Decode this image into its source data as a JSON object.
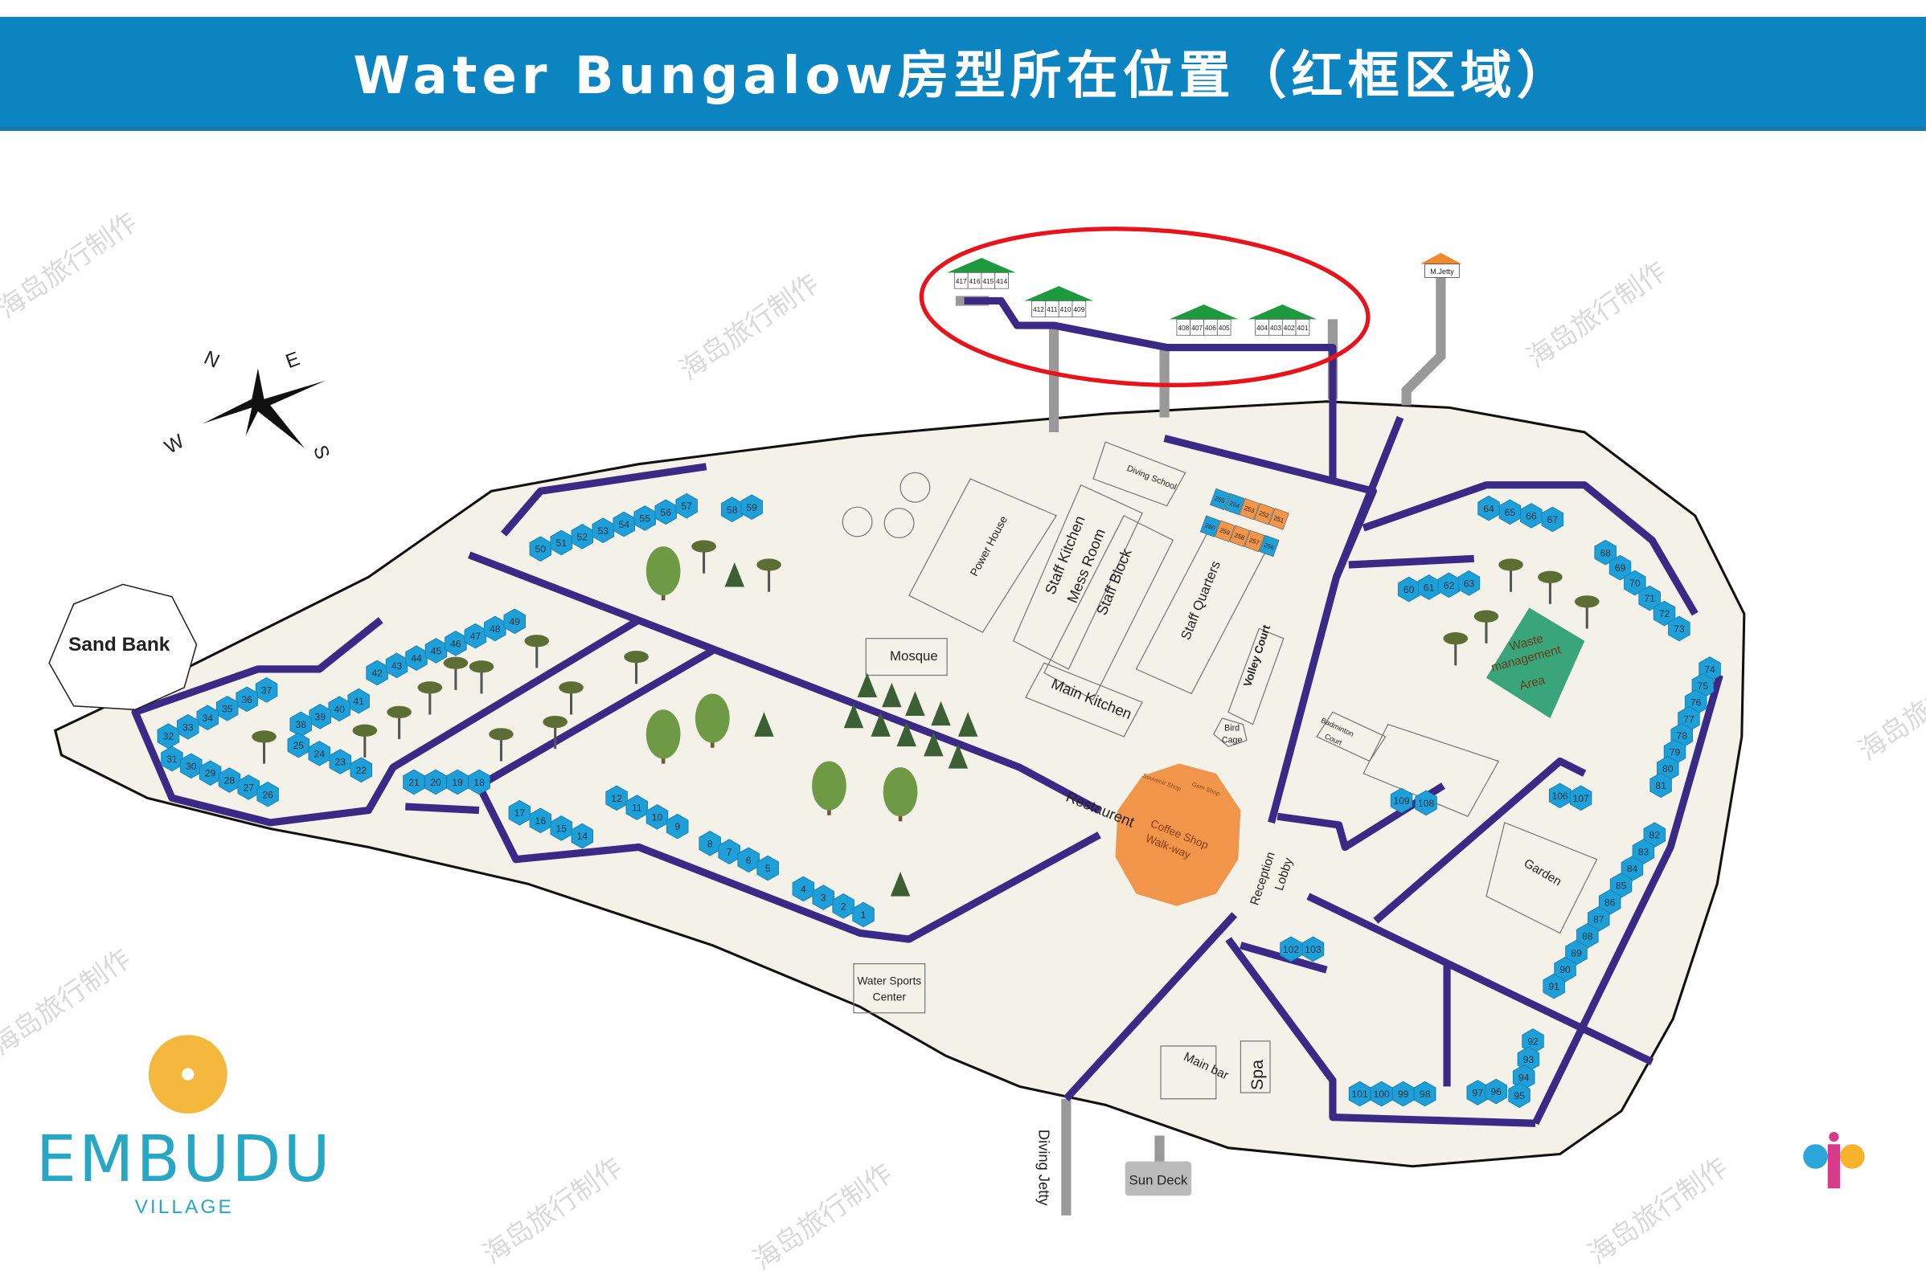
{
  "header": {
    "title": "Water Bungalow房型所在位置（红框区域）"
  },
  "watermark": "海岛旅行制作",
  "compass": {
    "n": "N",
    "e": "E",
    "s": "S",
    "w": "W"
  },
  "logo": {
    "brand": "EMBUDU",
    "sub": "VILLAGE"
  },
  "colors": {
    "banner": "#0b84c1",
    "path": "#3a2a86",
    "room": "#1e9fd8",
    "highlight": "#e8141c",
    "coffee": "#f0954a",
    "waste": "#3aa57a",
    "roof": "#1e9a3e",
    "land": "#f3f1e8"
  },
  "water_bungalows": [
    {
      "rooms": [
        "417",
        "416",
        "415",
        "414"
      ]
    },
    {
      "rooms": [
        "412",
        "411",
        "410",
        "409"
      ]
    },
    {
      "rooms": [
        "408",
        "407",
        "406",
        "405"
      ]
    },
    {
      "rooms": [
        "404",
        "403",
        "402",
        "401"
      ]
    }
  ],
  "jetty": {
    "label": "M.Jetty"
  },
  "places": {
    "sand_bank": "Sand Bank",
    "mosque": "Mosque",
    "power_house": "Power House",
    "staff_kitchen": "Staff Kitchen",
    "mess_room": "Mess Room",
    "staff_block": "Staff Block",
    "diving_school": "Diving School",
    "staff_quarters": "Staff Quarters",
    "volley_court": "Volley Court",
    "main_kitchen": "Main Kitchen",
    "bird_cage_1": "Bird",
    "bird_cage_2": "Cage",
    "badminton_1": "Badminton",
    "badminton_2": "Court",
    "restaurant": "Restaurent",
    "souvenir_shop": "Souvenir Shop",
    "gem_shop": "Gem Shop",
    "coffee_shop_1": "Coffee Shop",
    "coffee_shop_2": "Walk-way",
    "reception_1": "Reception",
    "reception_2": "Lobby",
    "waste_1": "Waste",
    "waste_2": "management",
    "waste_3": "Area",
    "garden": "Garden",
    "water_sports_1": "Water Sports",
    "water_sports_2": "Center",
    "main_bar": "Main bar",
    "spa": "Spa",
    "diving_jetty": "Diving Jetty",
    "sun_deck": "Sun Deck"
  },
  "room_clusters": [
    {
      "rooms": [
        "50",
        "51",
        "52",
        "53",
        "54",
        "55",
        "56",
        "57"
      ]
    },
    {
      "rooms": [
        "58",
        "59"
      ]
    },
    {
      "rooms": [
        "42",
        "43",
        "44",
        "45",
        "46",
        "47",
        "48",
        "49"
      ]
    },
    {
      "rooms": [
        "37",
        "36",
        "35",
        "34",
        "33",
        "32"
      ]
    },
    {
      "rooms": [
        "31",
        "30",
        "29",
        "28",
        "27",
        "26"
      ]
    },
    {
      "rooms": [
        "41",
        "40",
        "39",
        "38"
      ]
    },
    {
      "rooms": [
        "25",
        "24",
        "23",
        "22"
      ]
    },
    {
      "rooms": [
        "21",
        "20",
        "19",
        "18"
      ]
    },
    {
      "rooms": [
        "17",
        "16",
        "15",
        "14"
      ]
    },
    {
      "rooms": [
        "12",
        "11",
        "10",
        "9"
      ]
    },
    {
      "rooms": [
        "8",
        "7",
        "6",
        "5"
      ]
    },
    {
      "rooms": [
        "4",
        "3",
        "2",
        "1"
      ]
    },
    {
      "rooms": [
        "60",
        "61",
        "62",
        "63"
      ]
    },
    {
      "rooms": [
        "64",
        "65",
        "66",
        "67"
      ]
    },
    {
      "rooms": [
        "68",
        "69",
        "70",
        "71",
        "72",
        "73"
      ]
    },
    {
      "rooms": [
        "74",
        "75",
        "76",
        "77",
        "78",
        "79",
        "80",
        "81"
      ]
    },
    {
      "rooms": [
        "82",
        "83",
        "84",
        "85",
        "86",
        "87",
        "88",
        "89",
        "90",
        "91"
      ]
    },
    {
      "rooms": [
        "106",
        "107"
      ]
    },
    {
      "rooms": [
        "109",
        "108"
      ]
    },
    {
      "rooms": [
        "102",
        "103"
      ]
    },
    {
      "rooms": [
        "92",
        "93",
        "94",
        "95"
      ]
    },
    {
      "rooms": [
        "97",
        "96"
      ]
    },
    {
      "rooms": [
        "101",
        "100",
        "99",
        "98"
      ]
    }
  ],
  "staff_rooms": {
    "top": [
      {
        "n": "255",
        "c": "blue"
      },
      {
        "n": "254",
        "c": "blue"
      },
      {
        "n": "253",
        "c": "orange"
      },
      {
        "n": "252",
        "c": "orange"
      },
      {
        "n": "251",
        "c": "orange"
      }
    ],
    "bottom": [
      {
        "n": "260",
        "c": "blue"
      },
      {
        "n": "259",
        "c": "orange"
      },
      {
        "n": "258",
        "c": "orange"
      },
      {
        "n": "257",
        "c": "orange"
      },
      {
        "n": "256",
        "c": "blue"
      }
    ]
  }
}
